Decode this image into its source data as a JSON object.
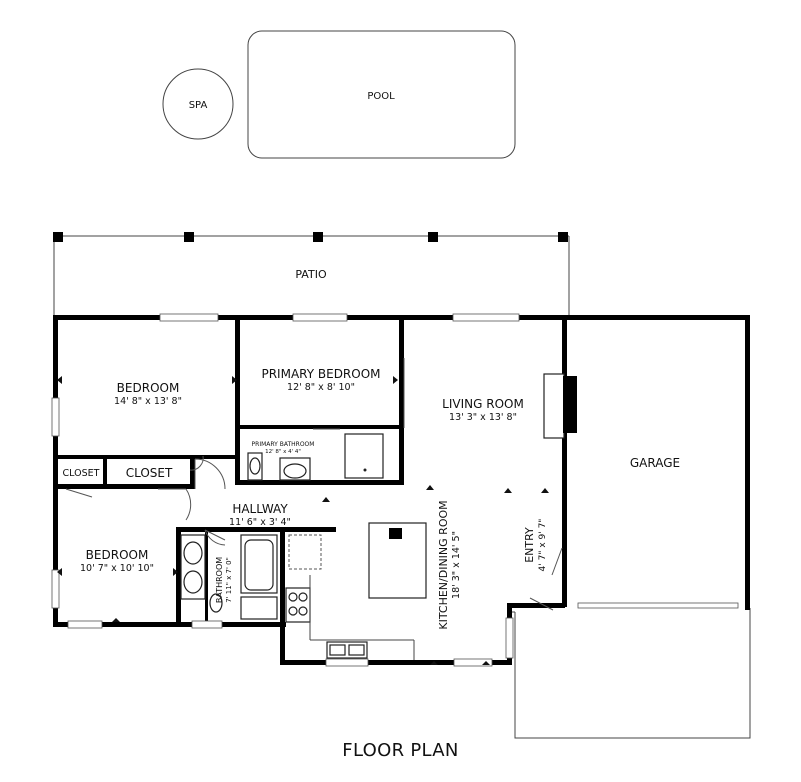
{
  "title": "FLOOR PLAN",
  "outdoor": {
    "spa": "SPA",
    "pool": "POOL",
    "patio": "PATIO"
  },
  "rooms": {
    "bedroom_1": {
      "name": "BEDROOM",
      "size": "14' 8\" x 13' 8\""
    },
    "primary_bedroom": {
      "name": "PRIMARY BEDROOM",
      "size": "12' 8\" x 8' 10\""
    },
    "primary_bathroom": {
      "name": "PRIMARY BATHROOM",
      "size": "12' 8\" x 4' 4\""
    },
    "living_room": {
      "name": "LIVING ROOM",
      "size": "13' 3\" x 13' 8\""
    },
    "garage": {
      "name": "GARAGE"
    },
    "closet_small": {
      "name": "CLOSET"
    },
    "closet_large": {
      "name": "CLOSET"
    },
    "hallway": {
      "name": "HALLWAY",
      "size": "11' 6\" x 3' 4\""
    },
    "bedroom_2": {
      "name": "BEDROOM",
      "size": "10' 7\" x 10' 10\""
    },
    "bathroom": {
      "name": "BATHROOM",
      "size": "7' 11\" x 7' 0\""
    },
    "kitchen_dining": {
      "name": "KITCHEN/DINING ROOM",
      "size": "18' 3\" x 14' 5\""
    },
    "entry": {
      "name": "ENTRY",
      "size": "4' 7\" x 9' 7\""
    }
  }
}
